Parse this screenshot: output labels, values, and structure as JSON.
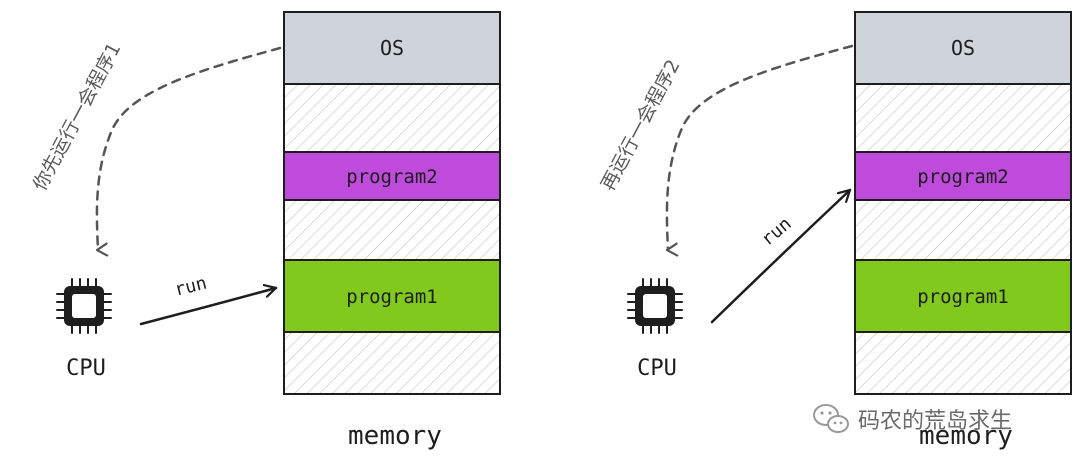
{
  "diagram": {
    "left": {
      "annotation": "你先运行一会程序1",
      "cpu_label": "CPU",
      "arrow_label": "run",
      "memory_label": "memory",
      "blocks": {
        "os": "OS",
        "program2": "program2",
        "program1": "program1"
      }
    },
    "right": {
      "annotation": "再运行一会程序2",
      "cpu_label": "CPU",
      "arrow_label": "run",
      "memory_label": "memory",
      "blocks": {
        "os": "OS",
        "program2": "program2",
        "program1": "program1"
      }
    },
    "watermark": "码农的荒岛求生"
  },
  "colors": {
    "os": "#ced4da",
    "program2": "#be4bdb",
    "program1": "#82c91e",
    "stroke": "#1e1e1e",
    "hatch": "#bdbdbd",
    "dash": "#555555",
    "annotation_text": "#5a5a5a"
  }
}
